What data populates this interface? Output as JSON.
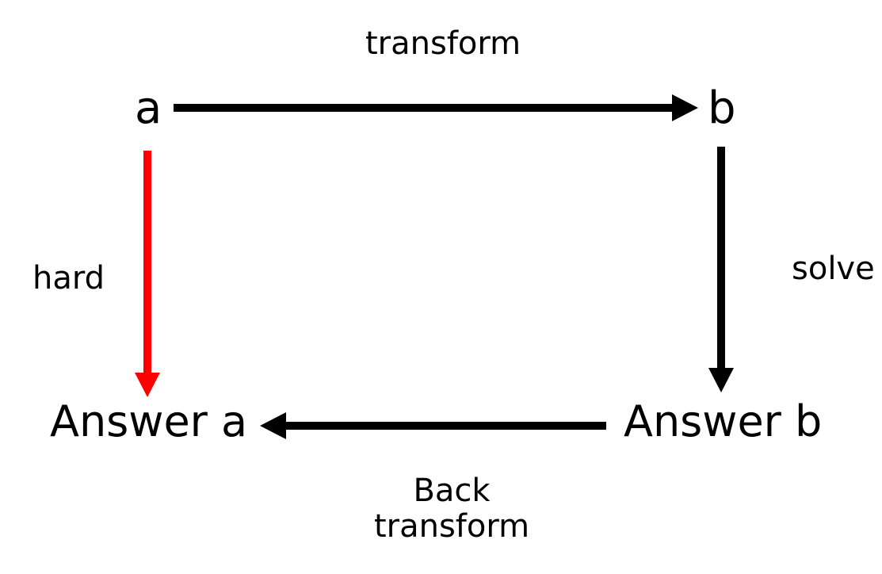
{
  "diagram": {
    "type": "transform-solve-cycle",
    "background_color": "#ffffff",
    "nodes": [
      {
        "id": "a",
        "label": "a"
      },
      {
        "id": "b",
        "label": "b"
      },
      {
        "id": "answer_a",
        "label": "Answer a"
      },
      {
        "id": "answer_b",
        "label": "Answer b"
      }
    ],
    "edges": [
      {
        "id": "transform",
        "label": "transform",
        "from": "a",
        "to": "b",
        "direction": "right",
        "color": "#000000"
      },
      {
        "id": "hard",
        "label": "hard",
        "from": "a",
        "to": "answer_a",
        "direction": "down",
        "color": "#ff0000"
      },
      {
        "id": "solve",
        "label": "solve",
        "from": "b",
        "to": "answer_b",
        "direction": "down",
        "color": "#000000"
      },
      {
        "id": "back_transform",
        "label_line1": "Back",
        "label_line2": "transform",
        "from": "answer_b",
        "to": "answer_a",
        "direction": "left",
        "color": "#000000"
      }
    ],
    "colors": {
      "arrow_black": "#000000",
      "arrow_red": "#ff0000",
      "text": "#000000",
      "background": "#ffffff"
    }
  }
}
